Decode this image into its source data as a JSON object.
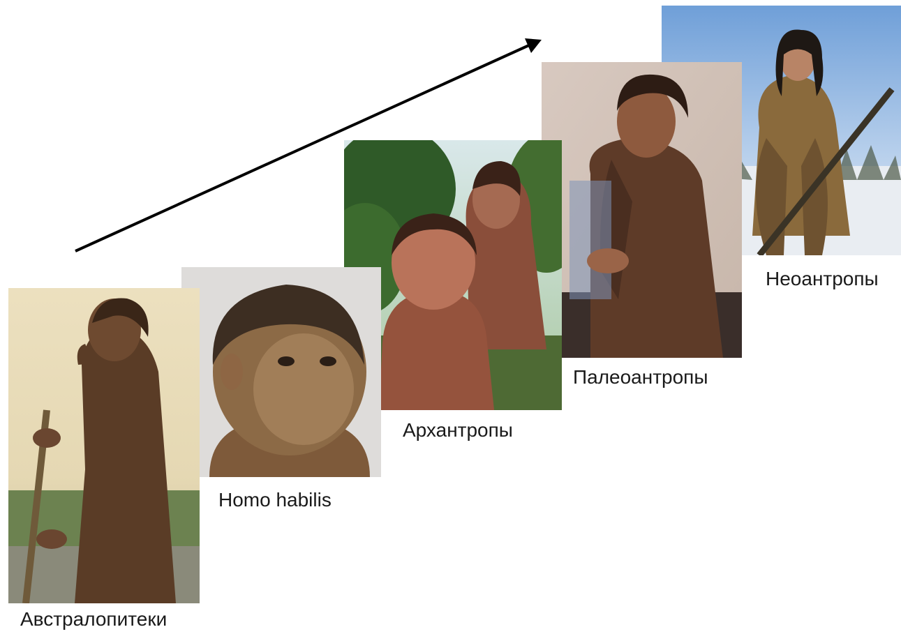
{
  "stages": [
    {
      "id": "australopithecus",
      "label": "Австралопитеки"
    },
    {
      "id": "homo-habilis",
      "label": "Homo habilis"
    },
    {
      "id": "archanthropus",
      "label": "Архантропы"
    },
    {
      "id": "paleoanthropus",
      "label": "Палеоантропы"
    },
    {
      "id": "neoanthropus",
      "label": "Неоантропы"
    }
  ]
}
